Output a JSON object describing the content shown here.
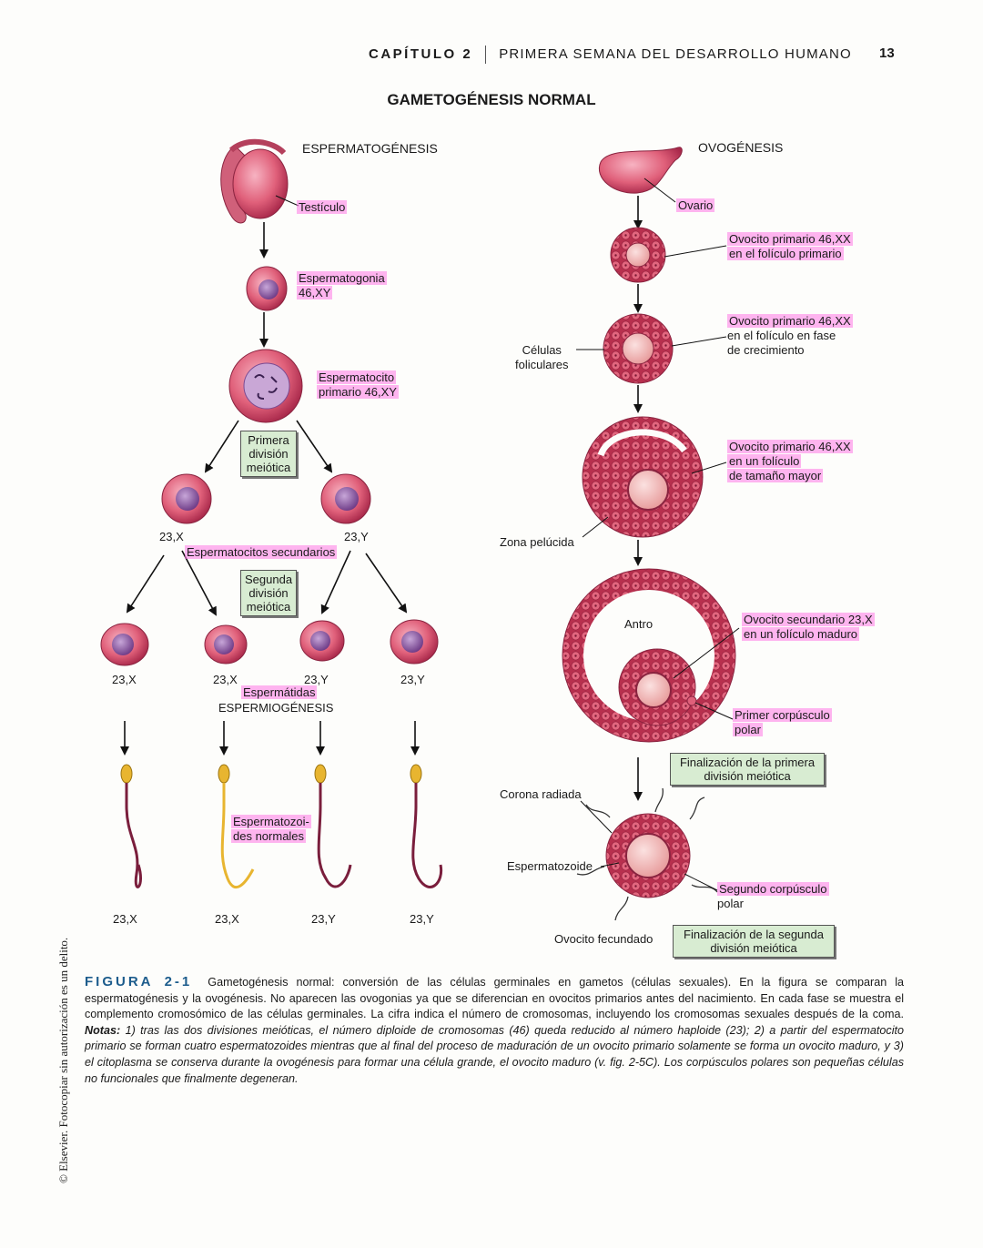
{
  "header": {
    "chapter": "CAPÍTULO 2",
    "section": "PRIMERA SEMANA DEL DESARROLLO HUMANO",
    "page_number": "13"
  },
  "figure_title": "GAMETOGÉNESIS NORMAL",
  "spermatogenesis": {
    "heading": "ESPERMATOGÉNESIS",
    "testis": "Testículo",
    "spermatogonia": [
      "Espermatogonia",
      "46,XY"
    ],
    "primary_spermatocyte": [
      "Espermatocito",
      "primario 46,XY"
    ],
    "first_division_box": [
      "Primera",
      "división",
      "meiótica"
    ],
    "secondary_labels": [
      "23,X",
      "23,Y"
    ],
    "secondary_spermatocytes": "Espermatocitos secundarios",
    "second_division_box": [
      "Segunda",
      "división",
      "meiótica"
    ],
    "spermatid_labels": [
      "23,X",
      "23,X",
      "23,Y",
      "23,Y"
    ],
    "spermatids": "Espermátidas",
    "spermiogenesis": "ESPERMIOGÉNESIS",
    "normal_sperm": [
      "Espermatozoi-",
      "des normales"
    ],
    "sperm_labels": [
      "23,X",
      "23,X",
      "23,Y",
      "23,Y"
    ]
  },
  "oogenesis": {
    "heading": "OVOGÉNESIS",
    "ovary": "Ovario",
    "primary_oocyte_1": [
      "Ovocito primario 46,XX",
      "en el folículo primario"
    ],
    "primary_oocyte_2": [
      "Ovocito primario 46,XX",
      "en el folículo en fase",
      "de crecimiento"
    ],
    "follicular_cells": [
      "Células",
      "foliculares"
    ],
    "primary_oocyte_3": [
      "Ovocito primario 46,XX",
      "en un folículo",
      "de tamaño mayor"
    ],
    "zona_pellucida": "Zona pelúcida",
    "antrum": "Antro",
    "secondary_oocyte": [
      "Ovocito secundario 23,X",
      "en un folículo maduro"
    ],
    "first_polar_body": [
      "Primer corpúsculo",
      "polar"
    ],
    "first_division_end_box": [
      "Finalización de la primera",
      "división meiótica"
    ],
    "corona_radiata": "Corona radiada",
    "spermatozoon": "Espermatozoide",
    "second_polar_body": [
      "Segundo corpúsculo",
      "polar"
    ],
    "fertilized_oocyte": "Ovocito fecundado",
    "second_division_end_box": [
      "Finalización de la segunda",
      "división meiótica"
    ]
  },
  "side_note": "© Elsevier. Fotocopiar sin autorización es un delito.",
  "caption": {
    "label": "FIGURA 2-1",
    "text": "Gametogénesis normal: conversión de las células germinales en gametos (células sexuales). En la figura se comparan la espermatogénesis y la ovogénesis. No aparecen las ovogonias ya que se diferencian en ovocitos primarios antes del nacimiento. En cada fase se muestra el complemento cromosómico de las células germinales. La cifra indica el número de cromosomas, incluyendo los cromosomas sexuales después de la coma.",
    "notes_label": "Notas:",
    "notes": "1) tras las dos divisiones meióticas, el número diploide de cromosomas (46) queda reducido al número haploide (23); 2) a partir del espermatocito primario se forman cuatro espermatozoides mientras que al final del proceso de maduración de un ovocito primario solamente se forma un ovocito maduro, y 3) el citoplasma se conserva durante la ovogénesis para formar una célula grande, el ovocito maduro (v. fig. 2-5C). Los corpúsculos polares son pequeñas células no funcionales que finalmente degeneran."
  },
  "colors": {
    "cell_pink": "#e0607a",
    "cell_dark": "#a8284a",
    "nucleus": "#8c4d9e",
    "highlight": "#ff78e6",
    "box_green": "#d8ecd2",
    "caption_blue": "#1c5c8c",
    "sperm_yellow": "#e8b530"
  }
}
